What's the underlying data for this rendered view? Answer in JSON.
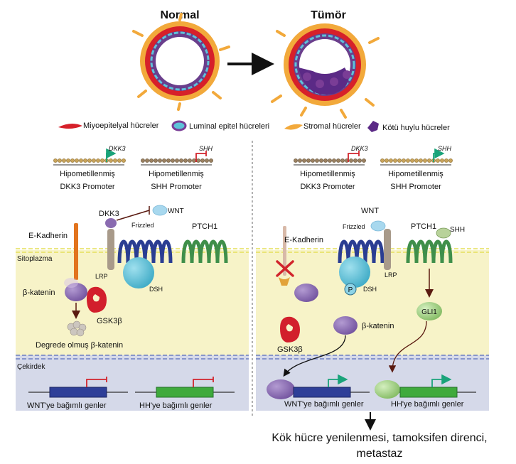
{
  "titles": {
    "normal": "Normal",
    "tumor": "Tümör"
  },
  "legend": [
    {
      "label": "Miyoepitelyal hücreler",
      "color": "#d6202a",
      "icon": "myoepithelial-cell-icon"
    },
    {
      "label": "Luminal epitel hücreleri",
      "color": "#7a3d96",
      "icon": "luminal-cell-icon"
    },
    {
      "label": "Stromal hücreler",
      "color": "#f2a93b",
      "icon": "stromal-cell-icon"
    },
    {
      "label": "Kötü huylu hücreler",
      "color": "#5b2a86",
      "icon": "malignant-cell-icon"
    }
  ],
  "genes": {
    "dkk3": "DKK3",
    "shh": "SHH"
  },
  "promoter": {
    "hypo": "Hipometillenmiş",
    "dkk3": "DKK3 Promoter",
    "shh": "SHH Promoter"
  },
  "labels": {
    "wnt": "WNT",
    "dkk3": "DKK3",
    "frizzled": "Frizzled",
    "ptch1": "PTCH1",
    "shh": "SHH",
    "e_kadherin": "E-Kadherin",
    "lrp": "LRP",
    "dsh": "DSH",
    "p": "P",
    "beta_katenin": "β-katenin",
    "gsk3b": "GSK3β",
    "degraded": "Degrede olmuş β-katenin",
    "gli1": "GLI1"
  },
  "compartments": {
    "cytoplasm": "Sitoplazma",
    "nucleus": "Çekirdek"
  },
  "genes_dep": {
    "wnt": "WNT'ye bağımlı genler",
    "hh": "HH'ye bağımlı genler"
  },
  "outcome": {
    "line1": "Kök hücre yenilenmesi, tamoksifen direnci,",
    "line2": "metastaz"
  },
  "colors": {
    "cytoplasm": "#f7f3c8",
    "nucleus": "#d5d9e9",
    "frizzled": "#2a3d92",
    "ptch1": "#3f8f4a",
    "dsh": "#5ec3d9",
    "beta_katenin": "#8a6bb0",
    "gsk3b": "#d21f2c",
    "gli1": "#9ccf7c",
    "wnt_gene": "#2e3f98",
    "hh_gene": "#3faa3c",
    "activate": "#1aa37a",
    "inhibit": "#d1242c"
  }
}
